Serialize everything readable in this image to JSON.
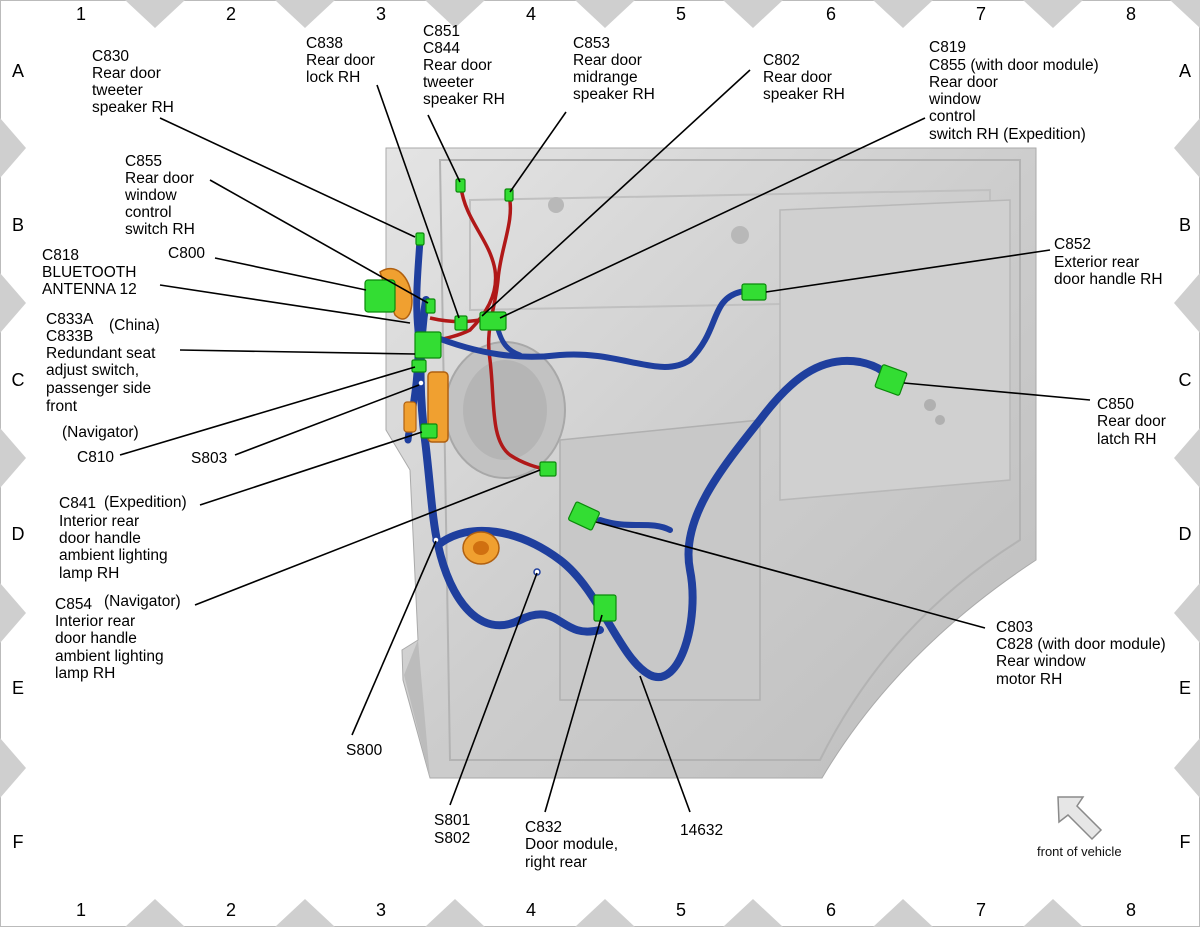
{
  "grid": {
    "columns": [
      "1",
      "2",
      "3",
      "4",
      "5",
      "6",
      "7",
      "8"
    ],
    "rows": [
      "A",
      "B",
      "C",
      "D",
      "E",
      "F"
    ]
  },
  "labels": {
    "c830": [
      "C830",
      "Rear door",
      "tweeter",
      "speaker RH"
    ],
    "c838": [
      "C838",
      "Rear door",
      "lock RH"
    ],
    "c851": [
      "C851",
      "C844",
      "Rear door",
      "tweeter",
      "speaker RH"
    ],
    "c853": [
      "C853",
      "Rear door",
      "midrange",
      "speaker RH"
    ],
    "c802": [
      "C802",
      "Rear door",
      "speaker RH"
    ],
    "c819": [
      "C819",
      "C855 (with door module)",
      "Rear door",
      "window",
      "control",
      "switch RH (Expedition)"
    ],
    "c855": [
      "C855",
      "Rear door",
      "window",
      "control",
      "switch RH"
    ],
    "c800": [
      "C800"
    ],
    "c818": [
      "C818",
      "BLUETOOTH",
      "ANTENNA 12"
    ],
    "c833": [
      "C833A",
      "C833B",
      "Redundant seat",
      "adjust switch,",
      "passenger side",
      "front"
    ],
    "c833_china": "(China)",
    "navigator1": "(Navigator)",
    "c810": "C810",
    "s803": "S803",
    "c841": [
      "C841",
      "Interior rear",
      "door handle",
      "ambient lighting",
      "lamp RH"
    ],
    "c841_exp": "(Expedition)",
    "c854": [
      "C854",
      "Interior rear",
      "door handle",
      "ambient lighting",
      "lamp RH"
    ],
    "c854_nav": "(Navigator)",
    "c852": [
      "C852",
      "Exterior rear",
      "door handle RH"
    ],
    "c850": [
      "C850",
      "Rear door",
      "latch RH"
    ],
    "c803": [
      "C803",
      "C828 (with door module)",
      "Rear window",
      "motor RH"
    ],
    "s800": "S800",
    "s801": [
      "S801",
      "S802"
    ],
    "c832": [
      "C832",
      "Door module,",
      "right rear"
    ],
    "h14632": "14632",
    "front": "front of vehicle"
  },
  "colors": {
    "connector": "#33dd33",
    "harness_blue": "#1f3f9e",
    "harness_red": "#b01818",
    "orange_part": "#f0a030",
    "door_panel": "#d6d6d6"
  }
}
